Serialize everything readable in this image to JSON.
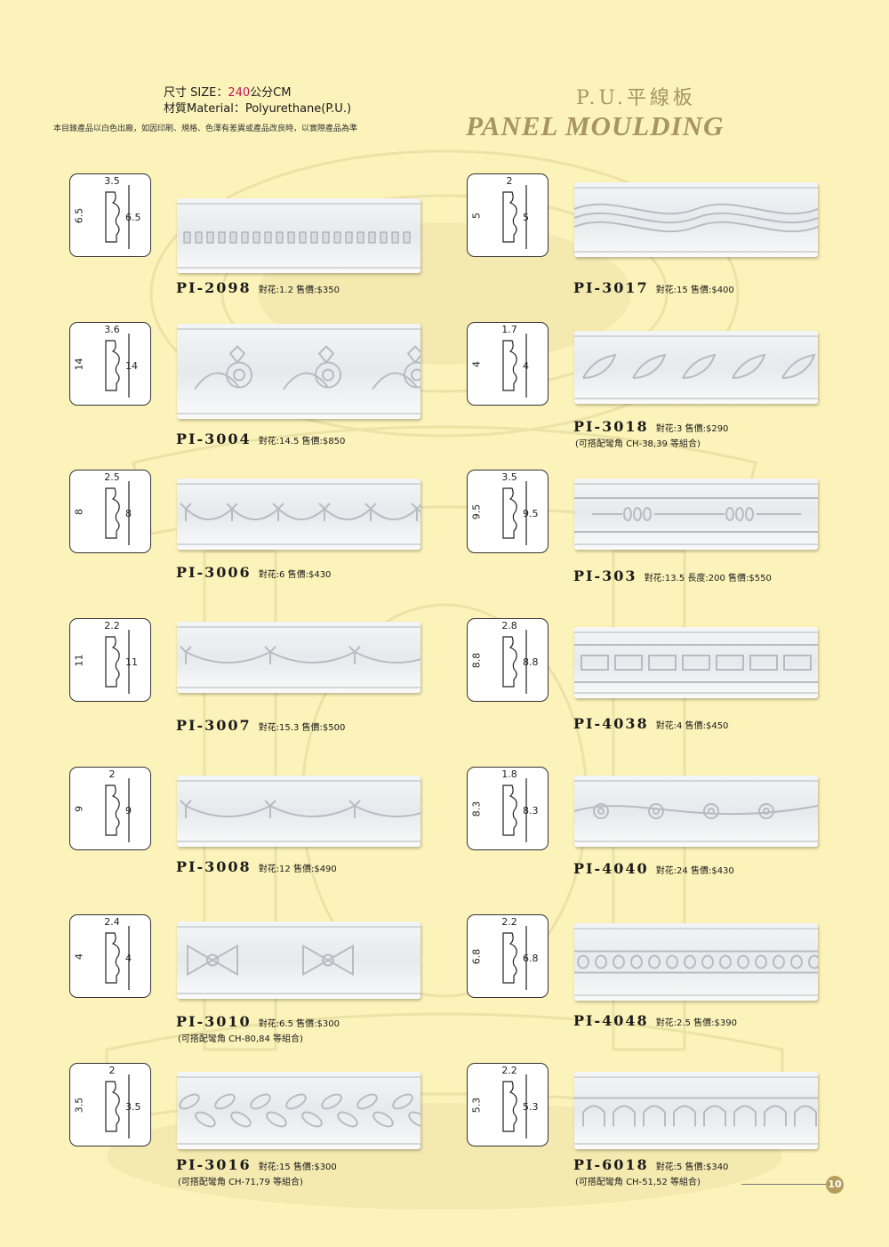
{
  "header": {
    "size_label": "尺寸 SIZE：",
    "size_value": "240",
    "size_unit": "公分CM",
    "material": "材質Material：Polyurethane(P.U.)",
    "note": "本目錄產品以白色出廠，如因印刷、規格、色澤有差異或產品改良時，以實際產品為準",
    "title_cn": "P.U.平線板",
    "title_en": "PANEL MOULDING"
  },
  "colors": {
    "background": "#fbf3b9",
    "accent": "#c2185b",
    "title": "#a89560",
    "page_badge": "#b59d5c"
  },
  "products": [
    {
      "code": "PI-2098",
      "spec": "對花:1.2 售價:$350",
      "width": "3.5",
      "height": "6.5",
      "combo": "",
      "pattern": "dentil"
    },
    {
      "code": "PI-3017",
      "spec": "對花:15 售價:$400",
      "width": "2",
      "height": "5",
      "combo": "",
      "pattern": "wave"
    },
    {
      "code": "PI-3004",
      "spec": "對花:14.5 售價:$850",
      "width": "3.6",
      "height": "14",
      "combo": "",
      "pattern": "scroll"
    },
    {
      "code": "PI-3018",
      "spec": "對花:3 售價:$290",
      "width": "1.7",
      "height": "4",
      "combo": "(可搭配彎角 CH-38,39 等組合)",
      "pattern": "leaf"
    },
    {
      "code": "PI-3006",
      "spec": "對花:6 售價:$430",
      "width": "2.5",
      "height": "8",
      "combo": "",
      "pattern": "bowsmall"
    },
    {
      "code": "PI-303",
      "spec": "對花:13.5 長度:200 售價:$550",
      "width": "3.5",
      "height": "9.5",
      "combo": "",
      "pattern": "beads3"
    },
    {
      "code": "PI-3007",
      "spec": "對花:15.3 售價:$500",
      "width": "2.2",
      "height": "11",
      "combo": "",
      "pattern": "swag"
    },
    {
      "code": "PI-4038",
      "spec": "對花:4 售價:$450",
      "width": "2.8",
      "height": "8.8",
      "combo": "",
      "pattern": "panels"
    },
    {
      "code": "PI-3008",
      "spec": "對花:12 售價:$490",
      "width": "2",
      "height": "9",
      "combo": "",
      "pattern": "swag"
    },
    {
      "code": "PI-4040",
      "spec": "對花:24 售價:$430",
      "width": "1.8",
      "height": "8.3",
      "combo": "",
      "pattern": "rose"
    },
    {
      "code": "PI-3010",
      "spec": "對花:6.5 售價:$300",
      "width": "2.4",
      "height": "4",
      "combo": "(可搭配彎角 CH-80,84 等組合)",
      "pattern": "bowbig"
    },
    {
      "code": "PI-4048",
      "spec": "對花:2.5 售價:$390",
      "width": "2.2",
      "height": "6.8",
      "combo": "",
      "pattern": "beads"
    },
    {
      "code": "PI-3016",
      "spec": "對花:15 售價:$300",
      "width": "2",
      "height": "3.5",
      "combo": "(可搭配彎角 CH-71,79 等組合)",
      "pattern": "laurel"
    },
    {
      "code": "PI-6018",
      "spec": "對花:5 售價:$340",
      "width": "2.2",
      "height": "5.3",
      "combo": "(可搭配彎角 CH-51,52 等組合)",
      "pattern": "arches"
    }
  ],
  "page_number": "10"
}
